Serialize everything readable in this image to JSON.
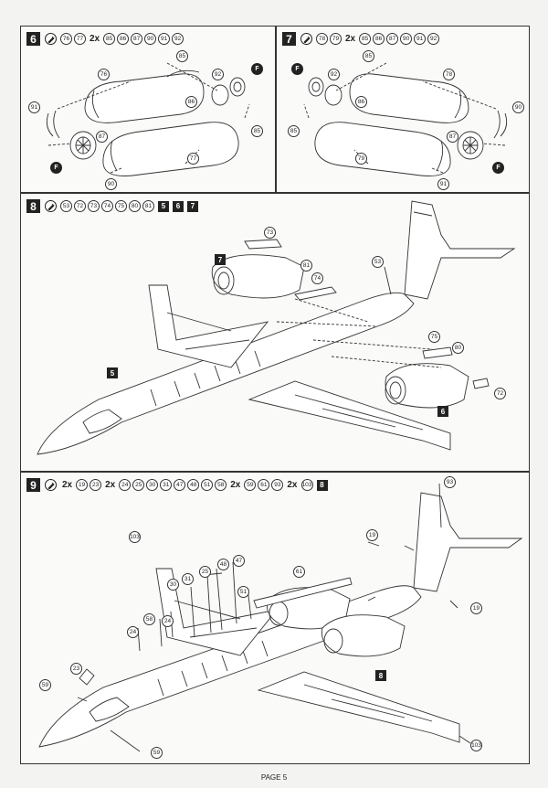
{
  "footer": "PAGE 5",
  "steps": [
    {
      "number": "6",
      "parts": [
        "76",
        "77"
      ],
      "multiplier": "2x",
      "multi_parts": [
        "85",
        "86",
        "87",
        "90",
        "91",
        "92"
      ],
      "callouts": [
        "76",
        "85",
        "92",
        "86",
        "91",
        "87",
        "77",
        "90",
        "85"
      ],
      "flags": [
        "F",
        "F"
      ]
    },
    {
      "number": "7",
      "parts": [
        "78",
        "79"
      ],
      "multiplier": "2x",
      "multi_parts": [
        "85",
        "86",
        "87",
        "90",
        "91",
        "92"
      ],
      "callouts": [
        "85",
        "92",
        "86",
        "78",
        "90",
        "85",
        "87",
        "79",
        "91"
      ],
      "flags": [
        "F",
        "F"
      ]
    },
    {
      "number": "8",
      "parts": [
        "53",
        "72",
        "73",
        "74",
        "75",
        "80",
        "81"
      ],
      "refs": [
        "5",
        "6",
        "7"
      ],
      "callouts": [
        "73",
        "81",
        "74",
        "53",
        "75",
        "80",
        "72"
      ],
      "tags": [
        "7",
        "5",
        "6"
      ]
    },
    {
      "number": "9",
      "groups": [
        {
          "multiplier": "2x",
          "parts": [
            "19",
            "23"
          ]
        },
        {
          "multiplier": "2x",
          "parts": [
            "24",
            "25",
            "30",
            "31",
            "47",
            "48",
            "51",
            "58"
          ]
        },
        {
          "multiplier": "2x",
          "parts": [
            "59",
            "61",
            "93"
          ]
        },
        {
          "multiplier": "2x",
          "parts": [
            "103"
          ]
        }
      ],
      "refs": [
        "8"
      ],
      "callouts": [
        "93",
        "103",
        "19",
        "48",
        "47",
        "25",
        "61",
        "31",
        "30",
        "51",
        "19",
        "58",
        "24",
        "24",
        "23",
        "59",
        "59",
        "103"
      ],
      "tags": [
        "8"
      ]
    }
  ]
}
